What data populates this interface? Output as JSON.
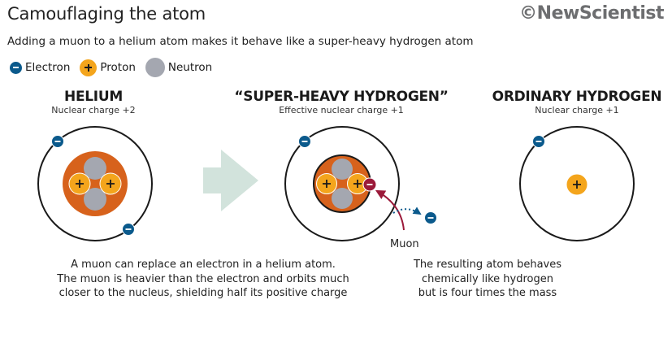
{
  "title": "Camouflaging the atom",
  "brand": "©NewScientist",
  "subtitle": "Adding a muon to a helium atom makes it behave like a super-heavy hydrogen atom",
  "legend": {
    "electron": "Electron",
    "proton": "Proton",
    "neutron": "Neutron"
  },
  "atoms": {
    "helium": {
      "title": "HELIUM",
      "subtitle": "Nuclear charge +2"
    },
    "super_heavy": {
      "title": "“SUPER-HEAVY HYDROGEN”",
      "subtitle": "Effective nuclear charge +1"
    },
    "hydrogen": {
      "title": "ORDINARY HYDROGEN",
      "subtitle": "Nuclear charge +1"
    }
  },
  "muon_label": "Muon",
  "captions": {
    "left": [
      "A muon can replace an electron in a helium atom.",
      "The muon is heavier than the electron and orbits much",
      "closer to the nucleus, shielding half its positive charge"
    ],
    "right": [
      "The resulting atom behaves",
      "chemically like hydrogen",
      "but is four times the mass"
    ]
  },
  "colors": {
    "electron": "#0b5a8c",
    "proton": "#f4a51c",
    "neutron": "#a4a7b0",
    "nucleus_cloud": "#d7621c",
    "muon": "#9b1a3a",
    "arrow": "#d2e3dc",
    "orbit": "#1a1a1a"
  }
}
